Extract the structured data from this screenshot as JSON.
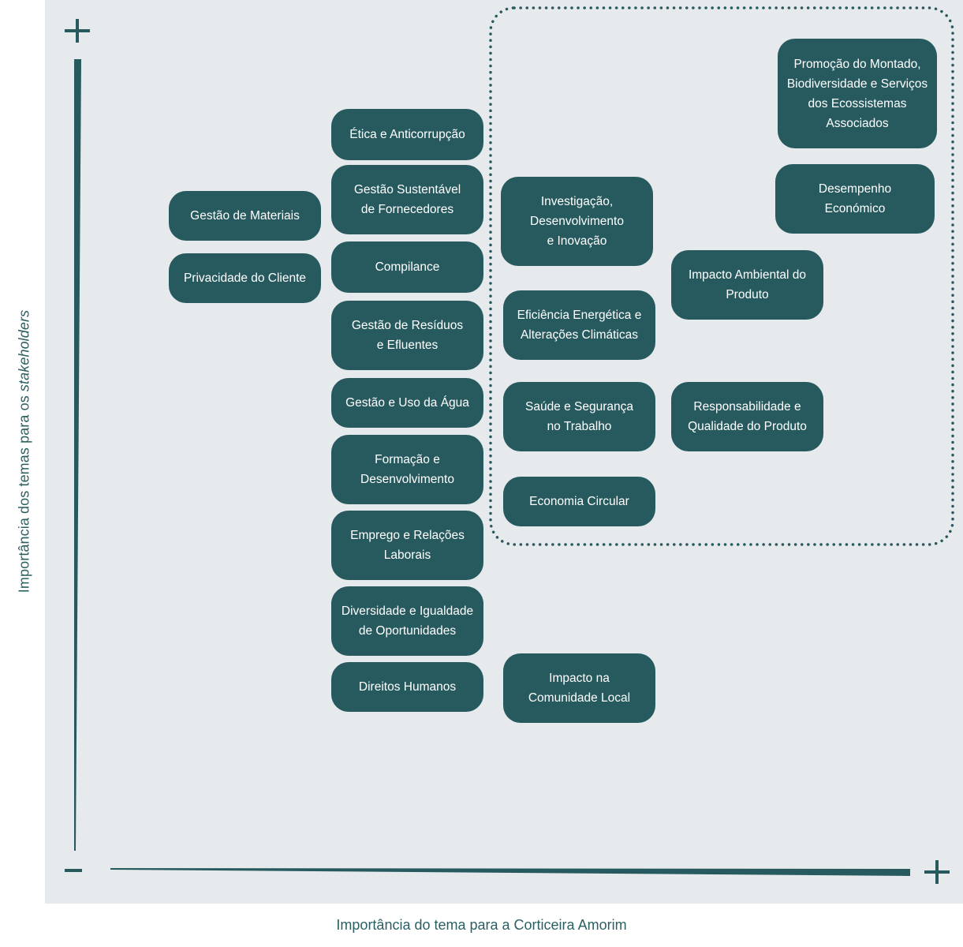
{
  "colors": {
    "background_panel": "#e7eaec",
    "box_fill": "#275a5e",
    "axis": "#275a5e",
    "label_text": "#2b6063"
  },
  "axes": {
    "y_label_main": "Importância dos temas para os ",
    "y_label_italic": "stakeholders",
    "x_label": "Importância do tema para a Corticeira Amorim",
    "plus_symbol": "+",
    "minus_symbol": "−"
  },
  "topics": [
    {
      "id": "promocao-montado",
      "label": "Promoção do Montado,\nBiodiversidade e Serviços\ndos Ecossistemas\nAssociados"
    },
    {
      "id": "desempenho-economico",
      "label": "Desempenho\nEconómico"
    },
    {
      "id": "etica-anticorrupcao",
      "label": "Ética e Anticorrupção"
    },
    {
      "id": "gestao-fornecedores",
      "label": "Gestão Sustentável\nde Fornecedores"
    },
    {
      "id": "gestao-materiais",
      "label": "Gestão de Materiais"
    },
    {
      "id": "investigacao",
      "label": "Investigação,\nDesenvolvimento\ne Inovação"
    },
    {
      "id": "compliance",
      "label": "Compilance"
    },
    {
      "id": "privacidade-cliente",
      "label": "Privacidade do Cliente"
    },
    {
      "id": "impacto-ambiental-produto",
      "label": "Impacto Ambiental do\nProduto"
    },
    {
      "id": "gestao-residuos",
      "label": "Gestão de Resíduos\ne Efluentes"
    },
    {
      "id": "eficiencia-energetica",
      "label": "Eficiência Energética e\nAlterações Climáticas"
    },
    {
      "id": "gestao-agua",
      "label": "Gestão e Uso da Água"
    },
    {
      "id": "saude-seguranca",
      "label": "Saúde e Segurança\nno Trabalho"
    },
    {
      "id": "responsabilidade-produto",
      "label": "Responsabilidade e\nQualidade do Produto"
    },
    {
      "id": "formacao",
      "label": "Formação e\nDesenvolvimento"
    },
    {
      "id": "economia-circular",
      "label": "Economia Circular"
    },
    {
      "id": "emprego-relacoes",
      "label": "Emprego e Relações\nLaborais"
    },
    {
      "id": "diversidade",
      "label": "Diversidade e Igualdade\nde Oportunidades"
    },
    {
      "id": "direitos-humanos",
      "label": "Direitos Humanos"
    },
    {
      "id": "impacto-comunidade",
      "label": "Impacto na\nComunidade Local"
    }
  ]
}
